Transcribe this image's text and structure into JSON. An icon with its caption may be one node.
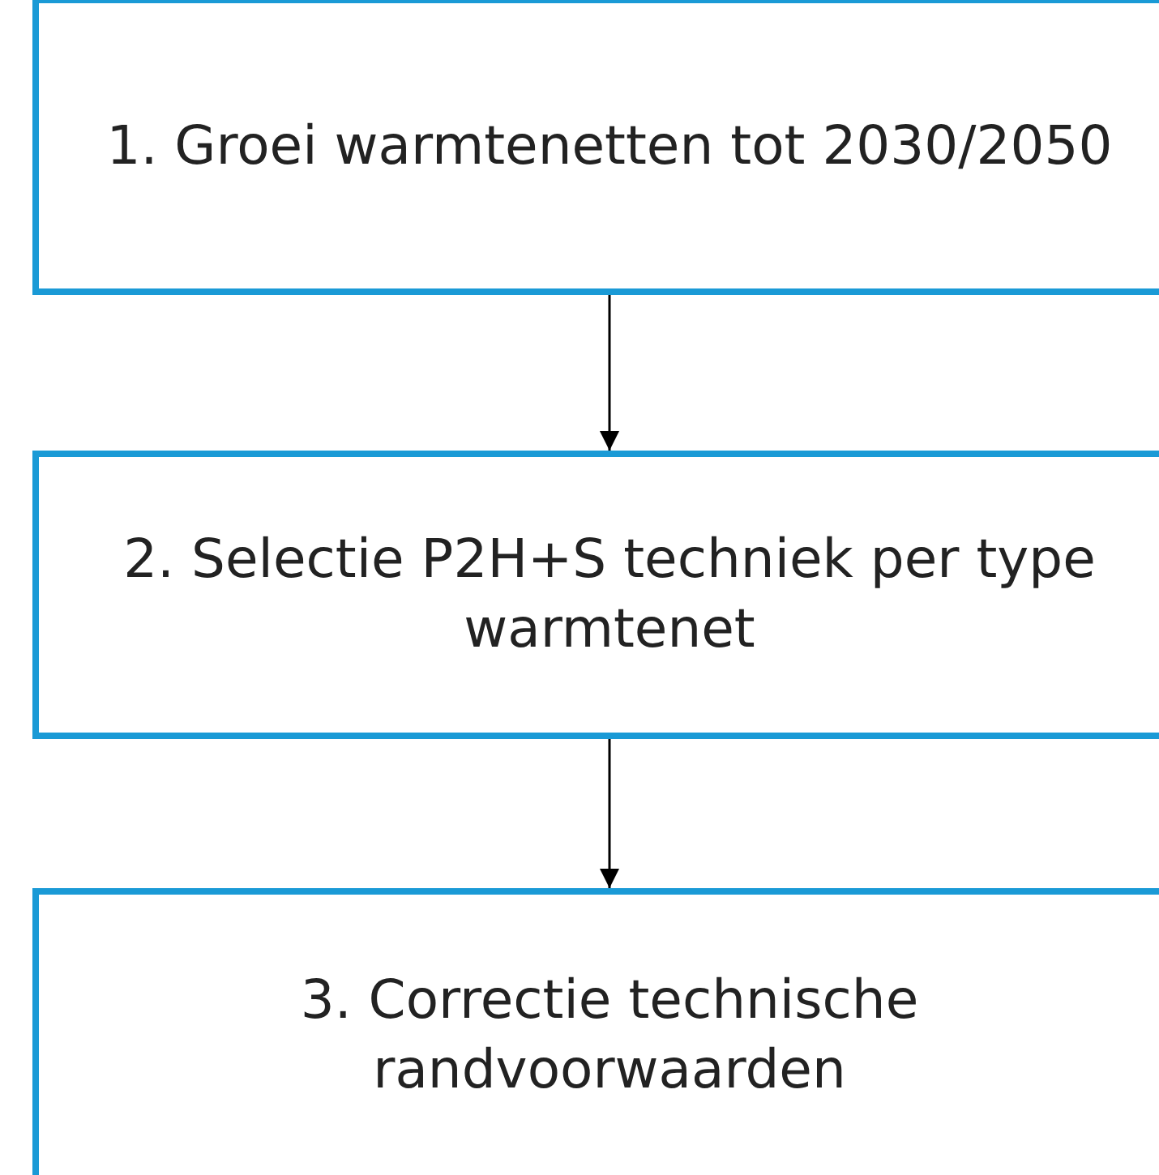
{
  "diagram": {
    "nodes": [
      {
        "text": [
          "1. Groei warmtenetten tot 2030/2050"
        ]
      },
      {
        "text": [
          "2. Selectie P2H+S techniek per type warmtenet"
        ]
      },
      {
        "text": [
          "3. Correctie technische randvoorwaarden"
        ]
      }
    ],
    "edges": [
      {
        "from": 0,
        "to": 1,
        "arrow": "to"
      },
      {
        "from": 1,
        "to": 2,
        "arrow": "to"
      }
    ]
  }
}
